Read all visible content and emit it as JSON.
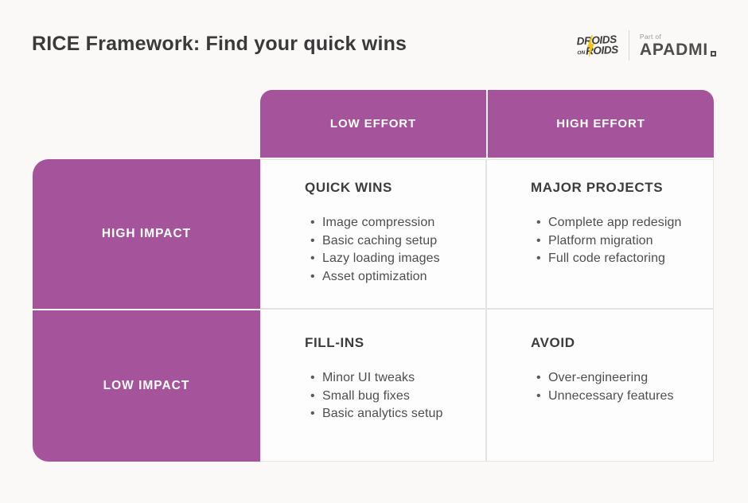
{
  "page": {
    "title": "RICE Framework: Find your quick wins",
    "background_color": "#FAF9F7"
  },
  "brand": {
    "droids": {
      "line1": "DROIDS",
      "on": "ON",
      "line2": "ROIDS",
      "bolt_icon": "lightning-bolt",
      "bolt_color": "#F2C214",
      "text_color": "#3B3B3B"
    },
    "partner": {
      "prefix": "Part of",
      "name": "APADMI"
    }
  },
  "matrix": {
    "accent_color": "#A5549B",
    "columns": [
      {
        "label": "LOW EFFORT"
      },
      {
        "label": "HIGH EFFORT"
      }
    ],
    "rows": [
      {
        "label": "HIGH IMPACT"
      },
      {
        "label": "LOW IMPACT"
      }
    ],
    "quadrants": [
      {
        "title": "QUICK WINS",
        "items": [
          "Image compression",
          "Basic caching setup",
          "Lazy loading images",
          "Asset optimization"
        ]
      },
      {
        "title": "MAJOR PROJECTS",
        "items": [
          "Complete app redesign",
          "Platform migration",
          "Full code refactoring"
        ]
      },
      {
        "title": "FILL-INS",
        "items": [
          "Minor UI tweaks",
          "Small bug fixes",
          "Basic analytics setup"
        ]
      },
      {
        "title": "AVOID",
        "items": [
          "Over-engineering",
          "Unnecessary features"
        ]
      }
    ]
  }
}
